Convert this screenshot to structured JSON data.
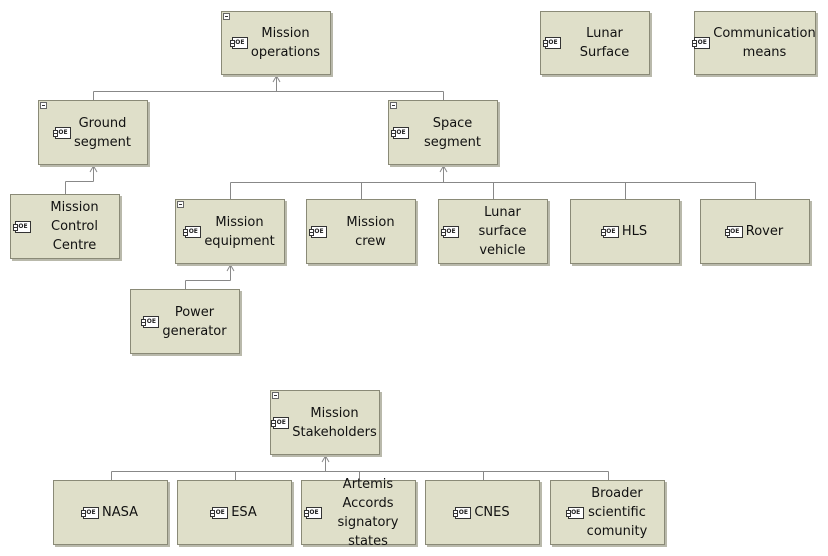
{
  "diagram": {
    "component_icon_text": "OE",
    "colors": {
      "node_fill": "#dfdfc9",
      "node_border": "#8a8a77",
      "connector": "#888888"
    },
    "nodes": [
      {
        "id": "mission-operations",
        "label": "Mission\noperations",
        "collapsible": true
      },
      {
        "id": "lunar-surface",
        "label": "Lunar Surface",
        "collapsible": false
      },
      {
        "id": "communication-means",
        "label": "Communication\nmeans",
        "collapsible": false
      },
      {
        "id": "ground-segment",
        "label": "Ground\nsegment",
        "collapsible": true
      },
      {
        "id": "space-segment",
        "label": "Space segment",
        "collapsible": true
      },
      {
        "id": "mission-control-centre",
        "label": "Mission\nControl Centre",
        "collapsible": false
      },
      {
        "id": "mission-equipment",
        "label": "Mission\nequipment",
        "collapsible": true
      },
      {
        "id": "mission-crew",
        "label": "Mission crew",
        "collapsible": false
      },
      {
        "id": "lunar-surface-vehicle",
        "label": "Lunar surface\nvehicle",
        "collapsible": false
      },
      {
        "id": "hls",
        "label": "HLS",
        "collapsible": false
      },
      {
        "id": "rover",
        "label": "Rover",
        "collapsible": false
      },
      {
        "id": "power-generator",
        "label": "Power\ngenerator",
        "collapsible": false
      },
      {
        "id": "mission-stakeholders",
        "label": "Mission\nStakeholders",
        "collapsible": true
      },
      {
        "id": "nasa",
        "label": "NASA",
        "collapsible": false
      },
      {
        "id": "esa",
        "label": "ESA",
        "collapsible": false
      },
      {
        "id": "artemis-accords",
        "label": "Artemis\nAccords\nsignatory states",
        "collapsible": false
      },
      {
        "id": "cnes",
        "label": "CNES",
        "collapsible": false
      },
      {
        "id": "broader-scientific-comunity",
        "label": "Broader\nscientific\ncomunity",
        "collapsible": false
      }
    ],
    "edges": [
      {
        "parent": "mission-operations",
        "children": [
          "ground-segment",
          "space-segment"
        ]
      },
      {
        "parent": "ground-segment",
        "children": [
          "mission-control-centre"
        ]
      },
      {
        "parent": "space-segment",
        "children": [
          "mission-equipment",
          "mission-crew",
          "lunar-surface-vehicle",
          "hls",
          "rover"
        ]
      },
      {
        "parent": "mission-equipment",
        "children": [
          "power-generator"
        ]
      },
      {
        "parent": "mission-stakeholders",
        "children": [
          "nasa",
          "esa",
          "artemis-accords",
          "cnes",
          "broader-scientific-comunity"
        ]
      }
    ]
  }
}
